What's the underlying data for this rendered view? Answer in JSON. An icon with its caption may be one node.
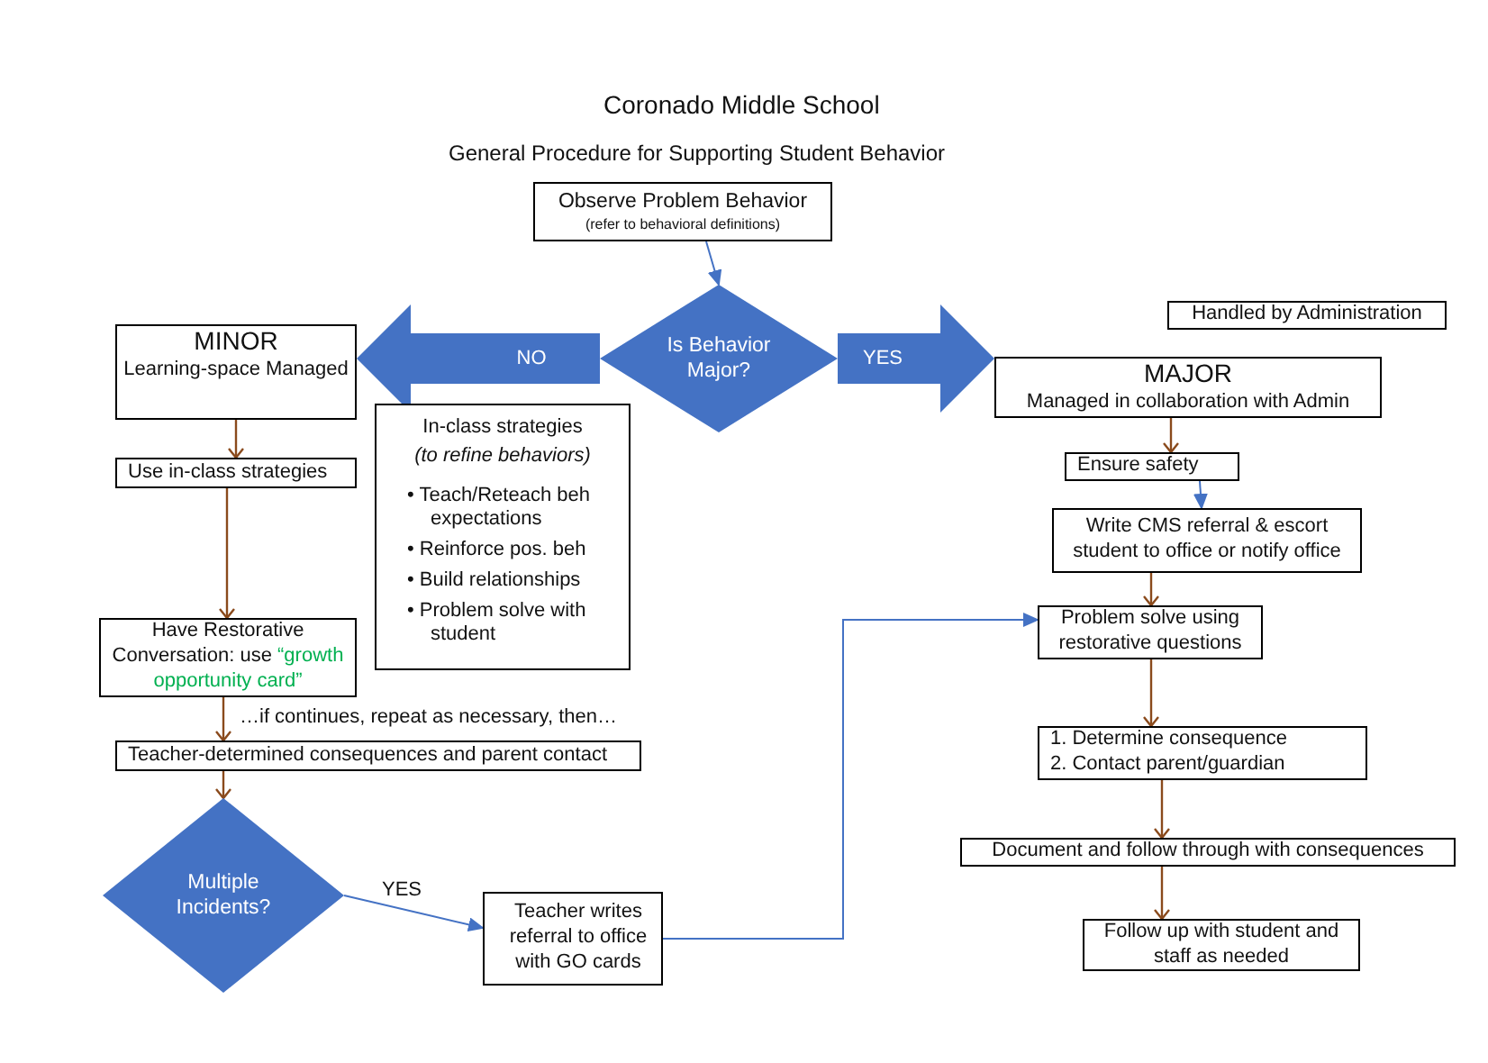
{
  "diagram": {
    "title": "Coronado Middle School",
    "nodes": [
      {
        "text": [
          "Observe Problem Behavior",
          "(refer to behavioral definitions)"
        ]
      },
      {
        "text": [
          "Is Behavior Major?"
        ]
      },
      {
        "text": [
          "MINOR",
          "Learning-space Managed"
        ]
      },
      {
        "text": [
          "In-class strategies",
          "(to refine behaviors)",
          "• Teach/Reteach beh expectations",
          "• Reinforce pos. beh",
          "• Build relationships",
          "• Problem solve with student"
        ]
      },
      {
        "text": [
          "Use in-class strategies"
        ]
      },
      {
        "text": [
          "Have Restorative Conversation:  use",
          "“growth opportunity card”"
        ]
      },
      {
        "text": [
          "Teacher-determined consequences and parent contact"
        ]
      },
      {
        "text": [
          "Multiple Incidents?"
        ]
      },
      {
        "text": [
          "Teacher writes referral to office with GO cards"
        ]
      },
      {
        "text": [
          "Handled by Administration"
        ]
      },
      {
        "text": [
          "MAJOR",
          "Managed in collaboration with Admin"
        ]
      },
      {
        "text": [
          "Ensure safety"
        ]
      },
      {
        "text": [
          "Write CMS referral & escort student to office or notify office"
        ]
      },
      {
        "text": [
          "Problem solve using restorative questions"
        ]
      },
      {
        "text": [
          "1. Determine consequence",
          "2. Contact parent/guardian"
        ]
      },
      {
        "text": [
          "Document and follow through with consequences"
        ]
      },
      {
        "text": [
          "Follow up with student and staff as needed"
        ]
      }
    ],
    "edges": [
      {
        "from": 0,
        "to": 1,
        "arrow": "to",
        "color": "#4472c4"
      },
      {
        "from": 1,
        "to": 2,
        "arrow": "to",
        "label": "NO",
        "style": "thick",
        "color": "#4472c4"
      },
      {
        "from": 1,
        "to": 10,
        "arrow": "to",
        "label": "YES",
        "style": "thick",
        "color": "#4472c4"
      },
      {
        "from": 2,
        "to": 4,
        "arrow": "to"
      },
      {
        "from": 4,
        "to": 5,
        "arrow": "to"
      },
      {
        "from": 5,
        "to": 6,
        "arrow": "to",
        "label": "…if continues, repeat as necessary, then…"
      },
      {
        "from": 6,
        "to": 7,
        "arrow": "to"
      },
      {
        "from": 7,
        "to": 8,
        "arrow": "to",
        "label": "YES",
        "color": "#4472c4"
      },
      {
        "from": 8,
        "to": 13,
        "arrow": "to",
        "color": "#4472c4"
      },
      {
        "from": 10,
        "to": 11,
        "arrow": "to"
      },
      {
        "from": 11,
        "to": 12,
        "arrow": "to",
        "color": "#4472c4"
      },
      {
        "from": 12,
        "to": 13,
        "arrow": "to"
      },
      {
        "from": 13,
        "to": 14,
        "arrow": "to"
      },
      {
        "from": 14,
        "to": 15,
        "arrow": "to"
      },
      {
        "from": 15,
        "to": 16,
        "arrow": "to"
      }
    ],
    "labels": [
      "General Procedure for Supporting Student Behavior"
    ]
  }
}
